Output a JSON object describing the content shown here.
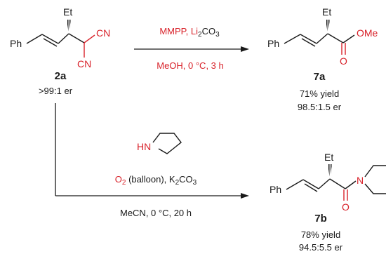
{
  "compound_2a": {
    "label": "2a",
    "er": ">99:1 er",
    "ph": "Ph",
    "et": "Et",
    "cn_top": "CN",
    "cn_bottom": "CN"
  },
  "reaction_top": {
    "reagents_line1": "MMPP, Li",
    "reagents_line1_sub": "2",
    "reagents_line1_tail": "CO",
    "reagents_line1_sub2": "3",
    "conditions": "MeOH, 0 °C, 3 h"
  },
  "compound_7a": {
    "label": "7a",
    "ph": "Ph",
    "et": "Et",
    "ome": "OMe",
    "o": "O",
    "yield": "71% yield",
    "er": "98.5:1.5 er"
  },
  "reaction_bottom": {
    "amine_hn": "HN",
    "o2": "O",
    "o2_sub": "2",
    "balloon": " (balloon), K",
    "k_sub": "2",
    "co": "CO",
    "co_sub": "3",
    "conditions": "MeCN, 0 °C, 20 h"
  },
  "compound_7b": {
    "label": "7b",
    "ph": "Ph",
    "et": "Et",
    "n": "N",
    "o": "O",
    "yield": "78% yield",
    "er": "94.5:5.5 er"
  }
}
